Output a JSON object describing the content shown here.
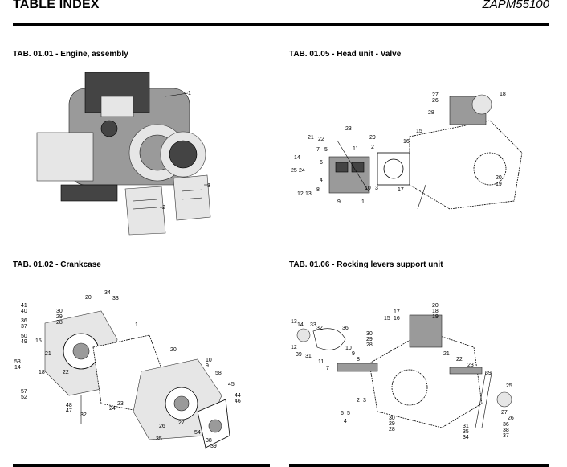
{
  "header": {
    "title": "TABLE INDEX",
    "code": "ZAPM55100"
  },
  "panels": [
    {
      "title": "TAB. 01.01 - Engine, assembly",
      "labels": [
        "1",
        "2",
        "3"
      ]
    },
    {
      "title": "TAB. 01.05 - Head unit - Valve",
      "labels": [
        "27",
        "26",
        "18",
        "28",
        "23",
        "21",
        "22",
        "29",
        "15",
        "16",
        "7",
        "5",
        "11",
        "2",
        "14",
        "6",
        "25",
        "24",
        "10",
        "3",
        "4",
        "17",
        "20",
        "19",
        "12",
        "13",
        "8",
        "9",
        "1"
      ]
    },
    {
      "title": "TAB. 01.02 - Crankcase",
      "labels": [
        "34",
        "33",
        "41",
        "40",
        "20",
        "30",
        "29",
        "28",
        "36",
        "37",
        "50",
        "49",
        "1",
        "15",
        "21",
        "20",
        "10",
        "9",
        "58",
        "45",
        "44",
        "46",
        "53",
        "14",
        "18",
        "22",
        "57",
        "52",
        "48",
        "47",
        "32",
        "24",
        "23",
        "26",
        "27",
        "54",
        "38",
        "39",
        "35"
      ]
    },
    {
      "title": "TAB. 01.06 - Rocking levers support unit",
      "labels": [
        "20",
        "18",
        "19",
        "17",
        "15",
        "16",
        "13",
        "14",
        "33",
        "32",
        "36",
        "30",
        "29",
        "28",
        "12",
        "39",
        "31",
        "10",
        "9",
        "8",
        "11",
        "7",
        "21",
        "22",
        "23",
        "39",
        "25",
        "27",
        "26",
        "36",
        "38",
        "37",
        "31",
        "35",
        "34",
        "3",
        "2",
        "6",
        "5",
        "4",
        "30",
        "29",
        "28"
      ]
    }
  ]
}
